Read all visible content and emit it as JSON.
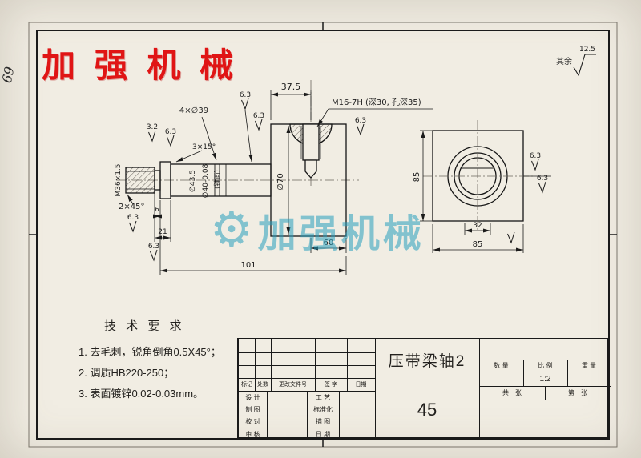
{
  "logo": {
    "text": "加 强 机 械"
  },
  "watermark": {
    "text": "加强机械"
  },
  "margin_note": {
    "value": "69"
  },
  "general_roughness": {
    "prefix": "其余",
    "value": "12.5"
  },
  "dims": {
    "len_37_5": "37.5",
    "thread_callout": "M16-7H (深30, 孔深35)",
    "groove_callout": "4×∅39",
    "rough_6_3": "6.3",
    "rough_3_2": "3.2",
    "chamfer_3x15": "3×15°",
    "chamfer_2x45": "2×45°",
    "thread_m36": "M36×1.5",
    "dia_43_5": "∅43.5",
    "dia_40": "∅40-0.08",
    "key_note": "(键面)",
    "dia_70": "∅70",
    "side_85": "85",
    "bottom_85": "85",
    "key_32": "32",
    "len_6": "6",
    "len_21": "21",
    "len_60": "60",
    "len_101": "101"
  },
  "tech_req": {
    "title": "技 术 要 求",
    "items": [
      "1. 去毛刺，锐角倒角0.5X45°；",
      "2. 调质HB220-250；",
      "3. 表面镀锌0.02-0.03mm。"
    ]
  },
  "title_block": {
    "part_name": "压带梁轴2",
    "material": "45",
    "qty_label": "数 量",
    "scale_label": "比 例",
    "weight_label": "重 量",
    "scale_value": "1:2",
    "sheets_total": "共　张",
    "sheet_no": "第　张",
    "rev_headers": [
      "标记",
      "处数",
      "更改文件号",
      "签 字",
      "日期"
    ],
    "sign_rows": [
      {
        "left": "设 计",
        "right": "工 艺"
      },
      {
        "left": "制 图",
        "right": "标准化"
      },
      {
        "left": "校 对",
        "right": "描 图"
      },
      {
        "left": "审 核",
        "right": "日 期"
      }
    ]
  }
}
